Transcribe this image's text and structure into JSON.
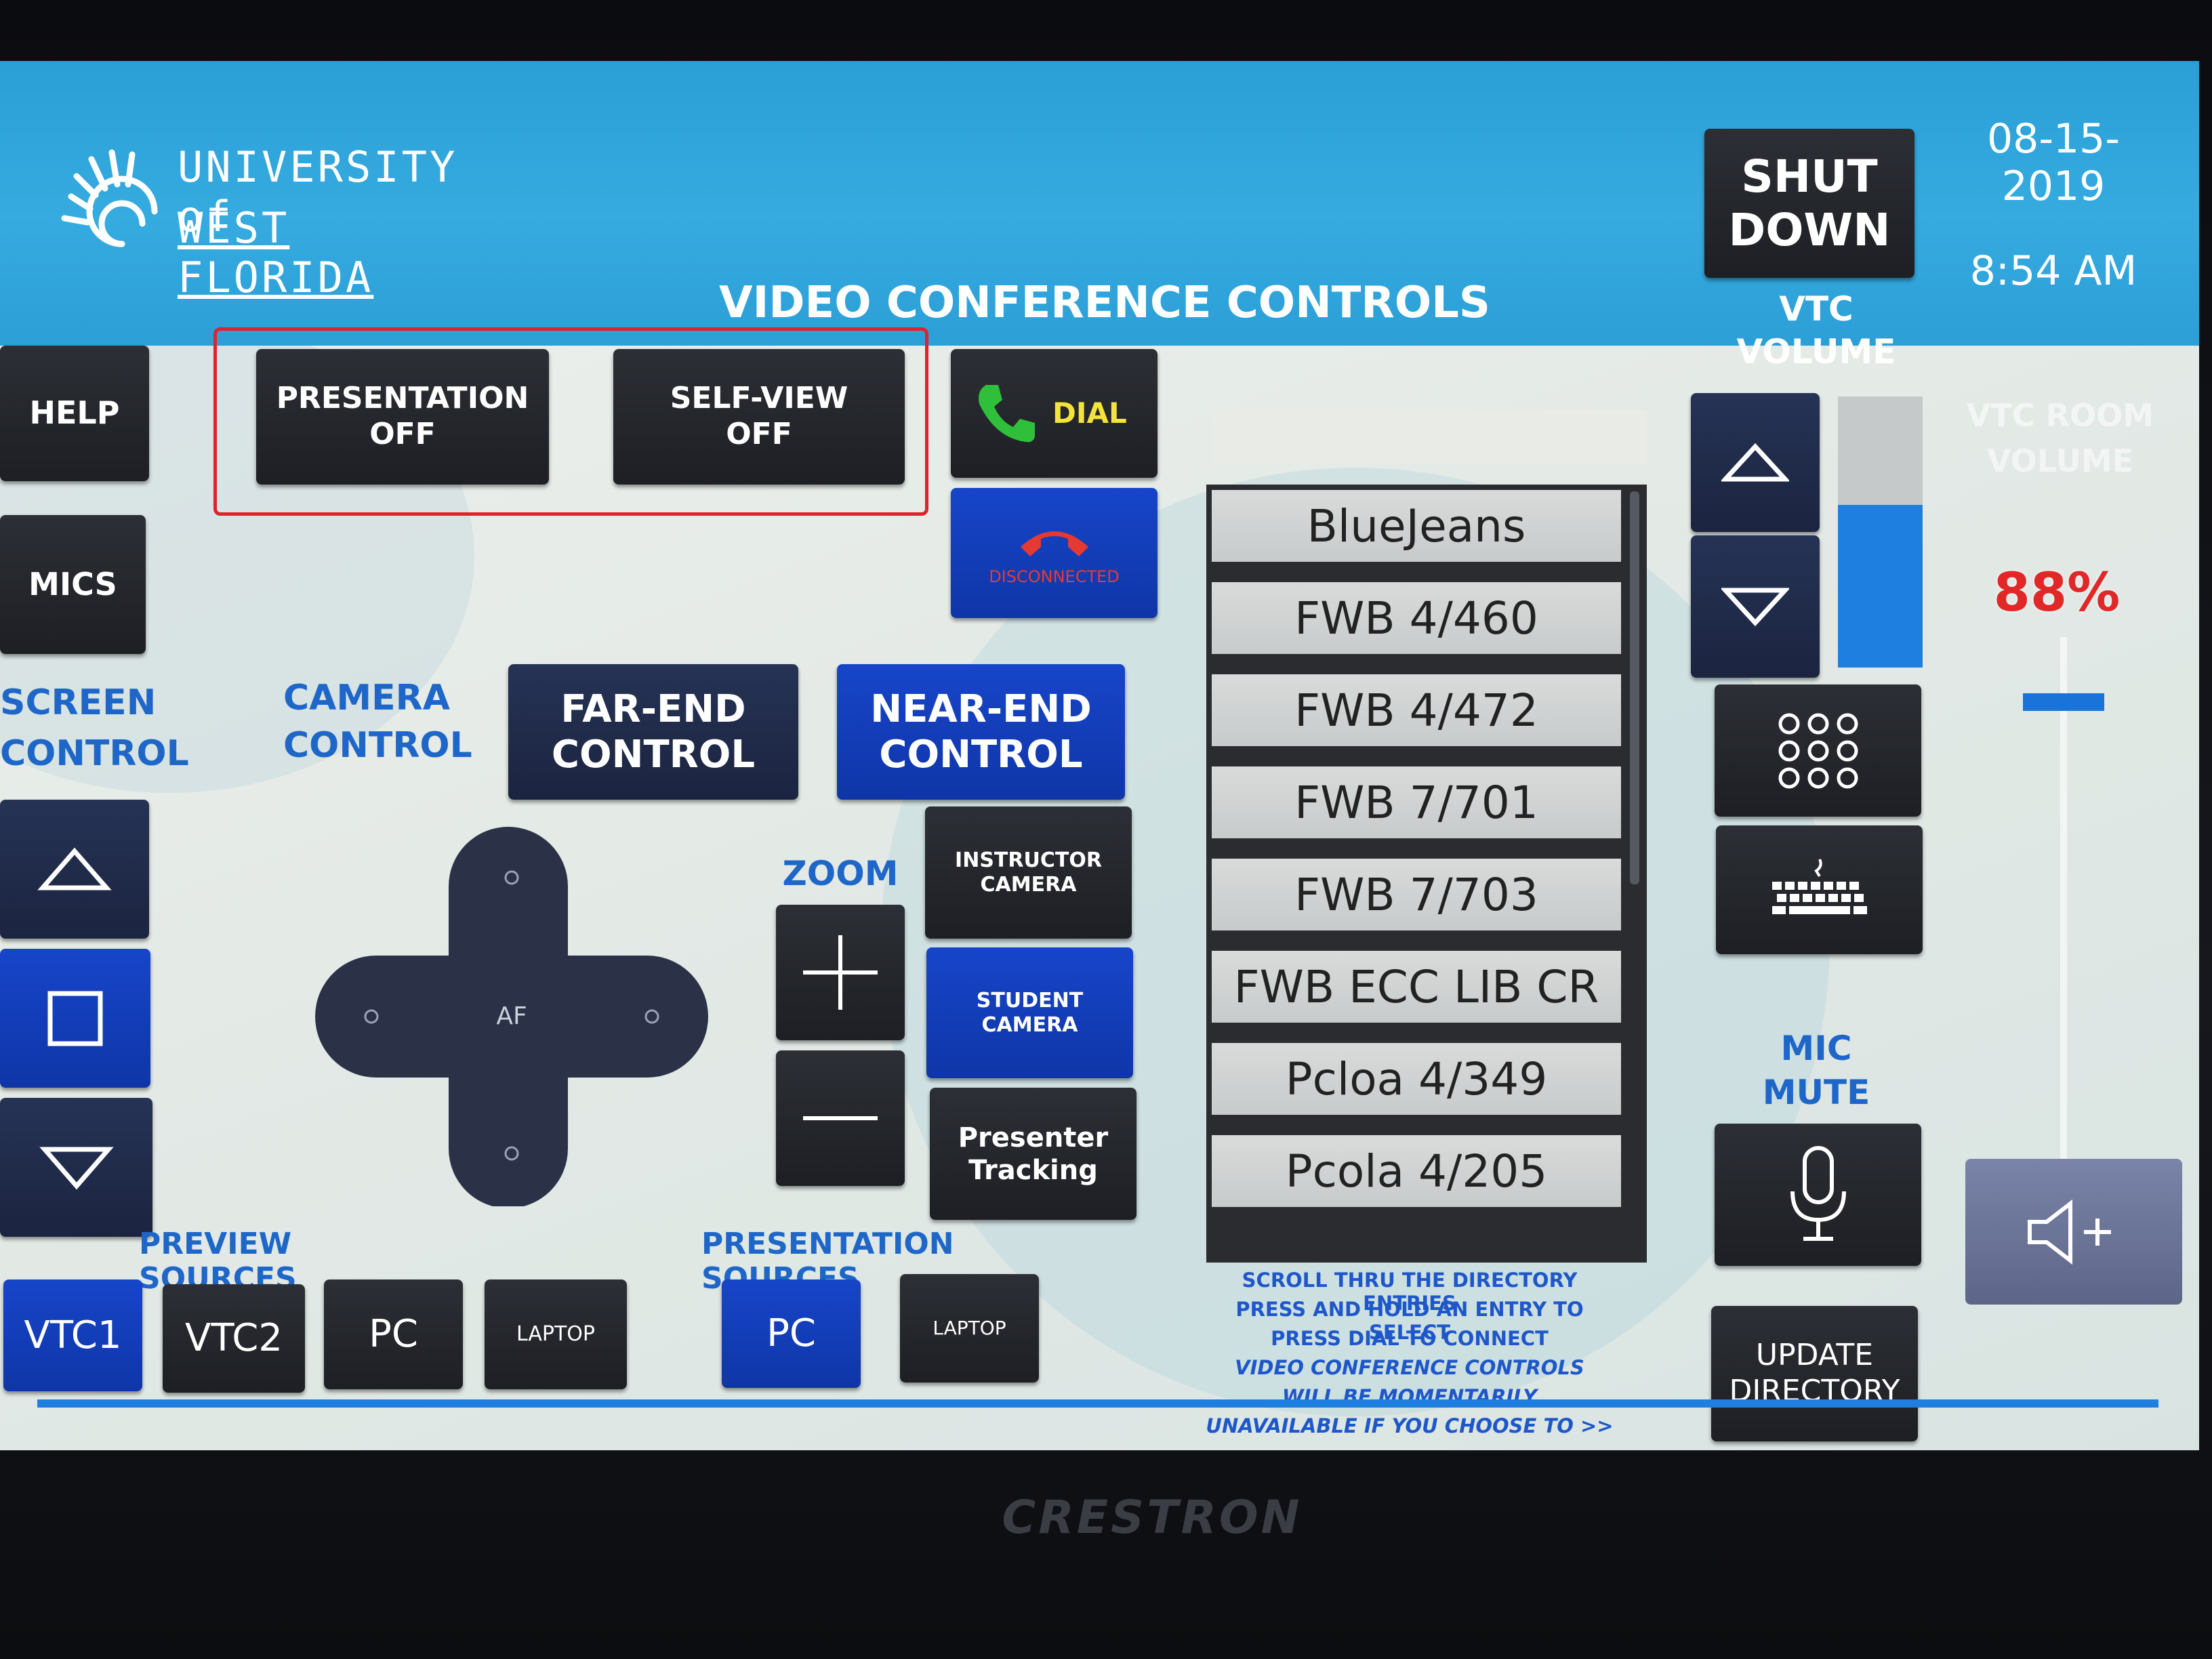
{
  "brand": {
    "line1": "UNIVERSITY of",
    "line2": "WEST FLORIDA"
  },
  "header": {
    "title": "VIDEO CONFERENCE CONTROLS",
    "date": "08-15-2019",
    "time": "8:54 AM",
    "shutdown_label": "SHUT\nDOWN"
  },
  "left_nav": {
    "help": "HELP",
    "mics": "MICS",
    "screen_control_label": "SCREEN\nCONTROL"
  },
  "toggles": {
    "presentation": "PRESENTATION\nOFF",
    "self_view": "SELF-VIEW\nOFF"
  },
  "call": {
    "dial": "DIAL",
    "status": "DISCONNECTED"
  },
  "camera": {
    "section_label": "CAMERA\nCONTROL",
    "far_end": "FAR-END\nCONTROL",
    "near_end": "NEAR-END\nCONTROL",
    "dpad_center": "AF",
    "zoom_label": "ZOOM",
    "instructor": "INSTRUCTOR\nCAMERA",
    "student": "STUDENT\nCAMERA",
    "presenter": "Presenter\nTracking"
  },
  "directory": {
    "entries": [
      "BlueJeans",
      "FWB 4/460",
      "FWB 4/472",
      "FWB 7/701",
      "FWB 7/703",
      "FWB ECC LIB CR",
      "Pcloa 4/349",
      "Pcola 4/205"
    ],
    "notes": [
      "SCROLL THRU THE DIRECTORY ENTRIES",
      "PRESS AND HOLD AN ENTRY TO SELECT",
      "PRESS DIAL TO CONNECT",
      "VIDEO CONFERENCE CONTROLS",
      "WILL BE MOMENTARILY",
      "UNAVAILABLE IF YOU CHOOSE TO >>"
    ],
    "update_label": "UPDATE\nDIRECTORY"
  },
  "vtc_volume": {
    "label": "VTC\nVOLUME",
    "level_fraction": 0.6
  },
  "room_volume": {
    "label": "VTC ROOM\nVOLUME",
    "percent": "88%",
    "level_fraction": 0.88
  },
  "mic": {
    "label": "MIC\nMUTE"
  },
  "preview_sources": {
    "label": "PREVIEW SOURCES",
    "items": [
      "VTC1",
      "VTC2",
      "PC",
      "LAPTOP"
    ]
  },
  "presentation_sources": {
    "label": "PRESENTATION SOURCES",
    "items": [
      "PC",
      "LAPTOP"
    ]
  },
  "device": {
    "maker": "CRESTRON"
  },
  "colors": {
    "header_blue": "#2a9fd6",
    "active_blue": "#1745c9",
    "label_blue": "#1e67c9",
    "highlight_red": "#e0222a",
    "dial_green": "#2fbf3a",
    "hangup_red": "#e53a32"
  }
}
